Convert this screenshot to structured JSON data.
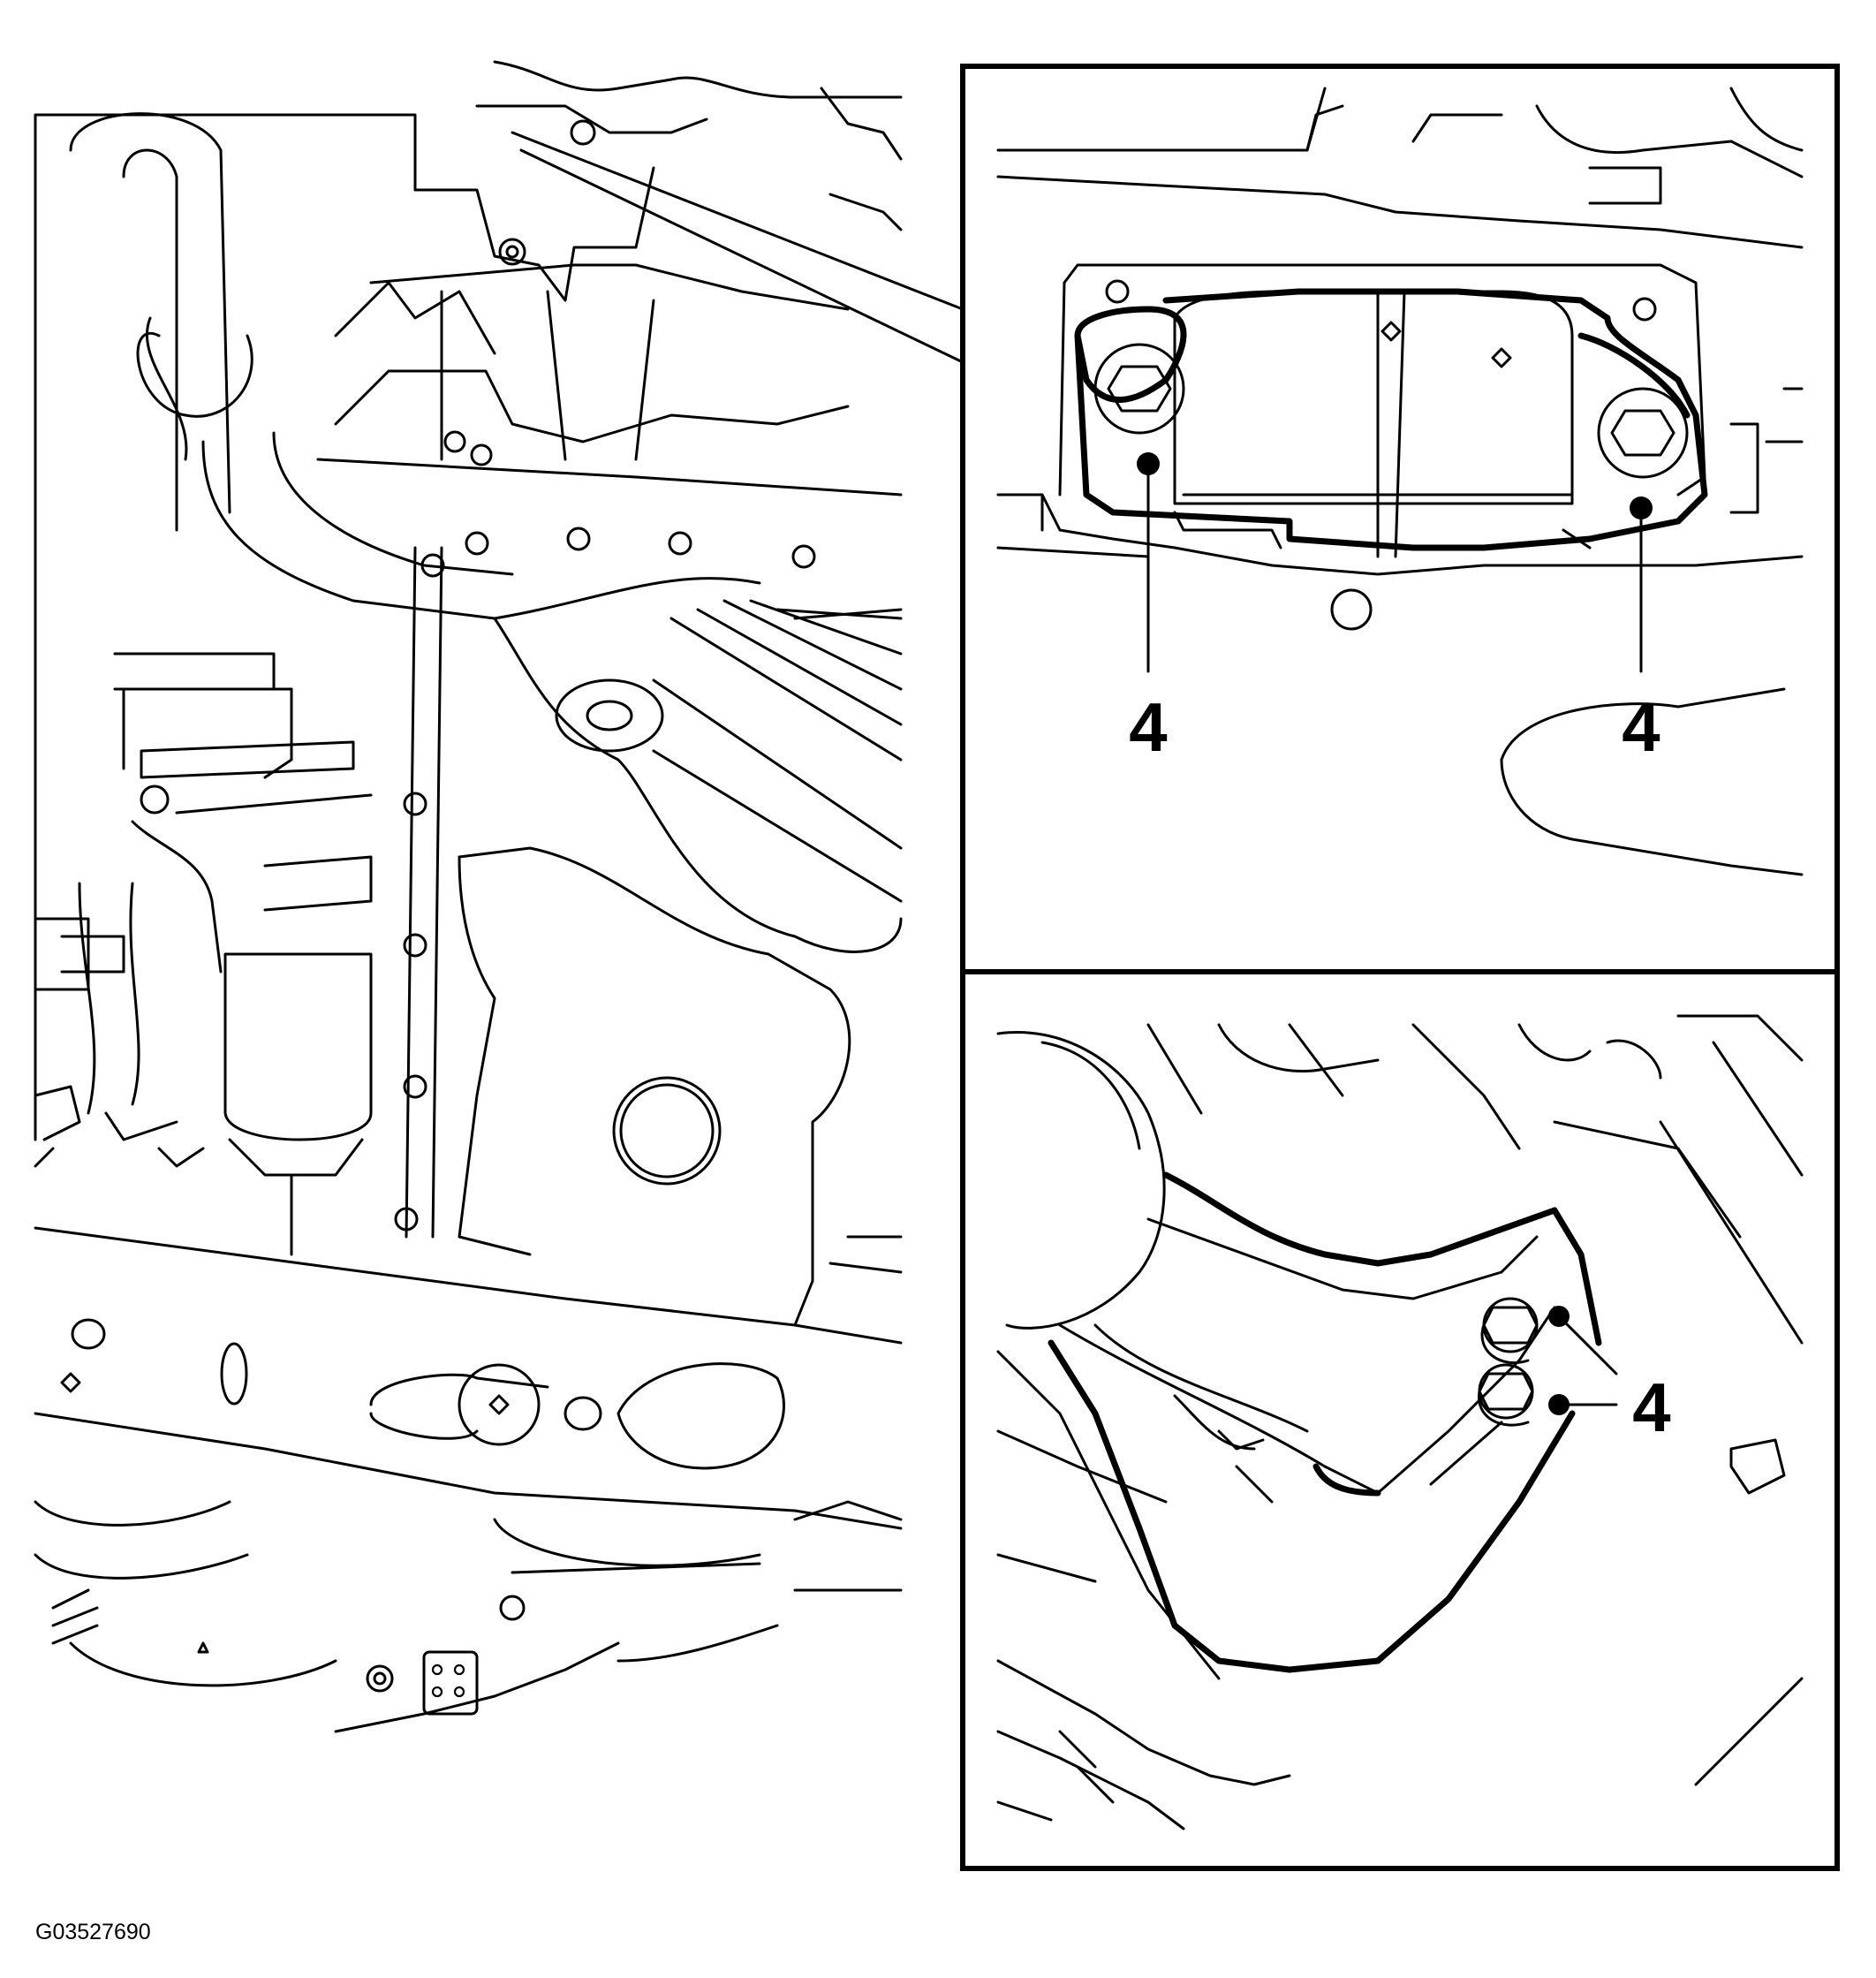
{
  "figure": {
    "id_label": "G03527690",
    "callouts": {
      "upper_left": "4",
      "upper_right": "4",
      "lower": "4"
    },
    "icons": [
      "engine-underside-drawing",
      "mount-bracket-detail",
      "bolt-pair-detail"
    ]
  }
}
